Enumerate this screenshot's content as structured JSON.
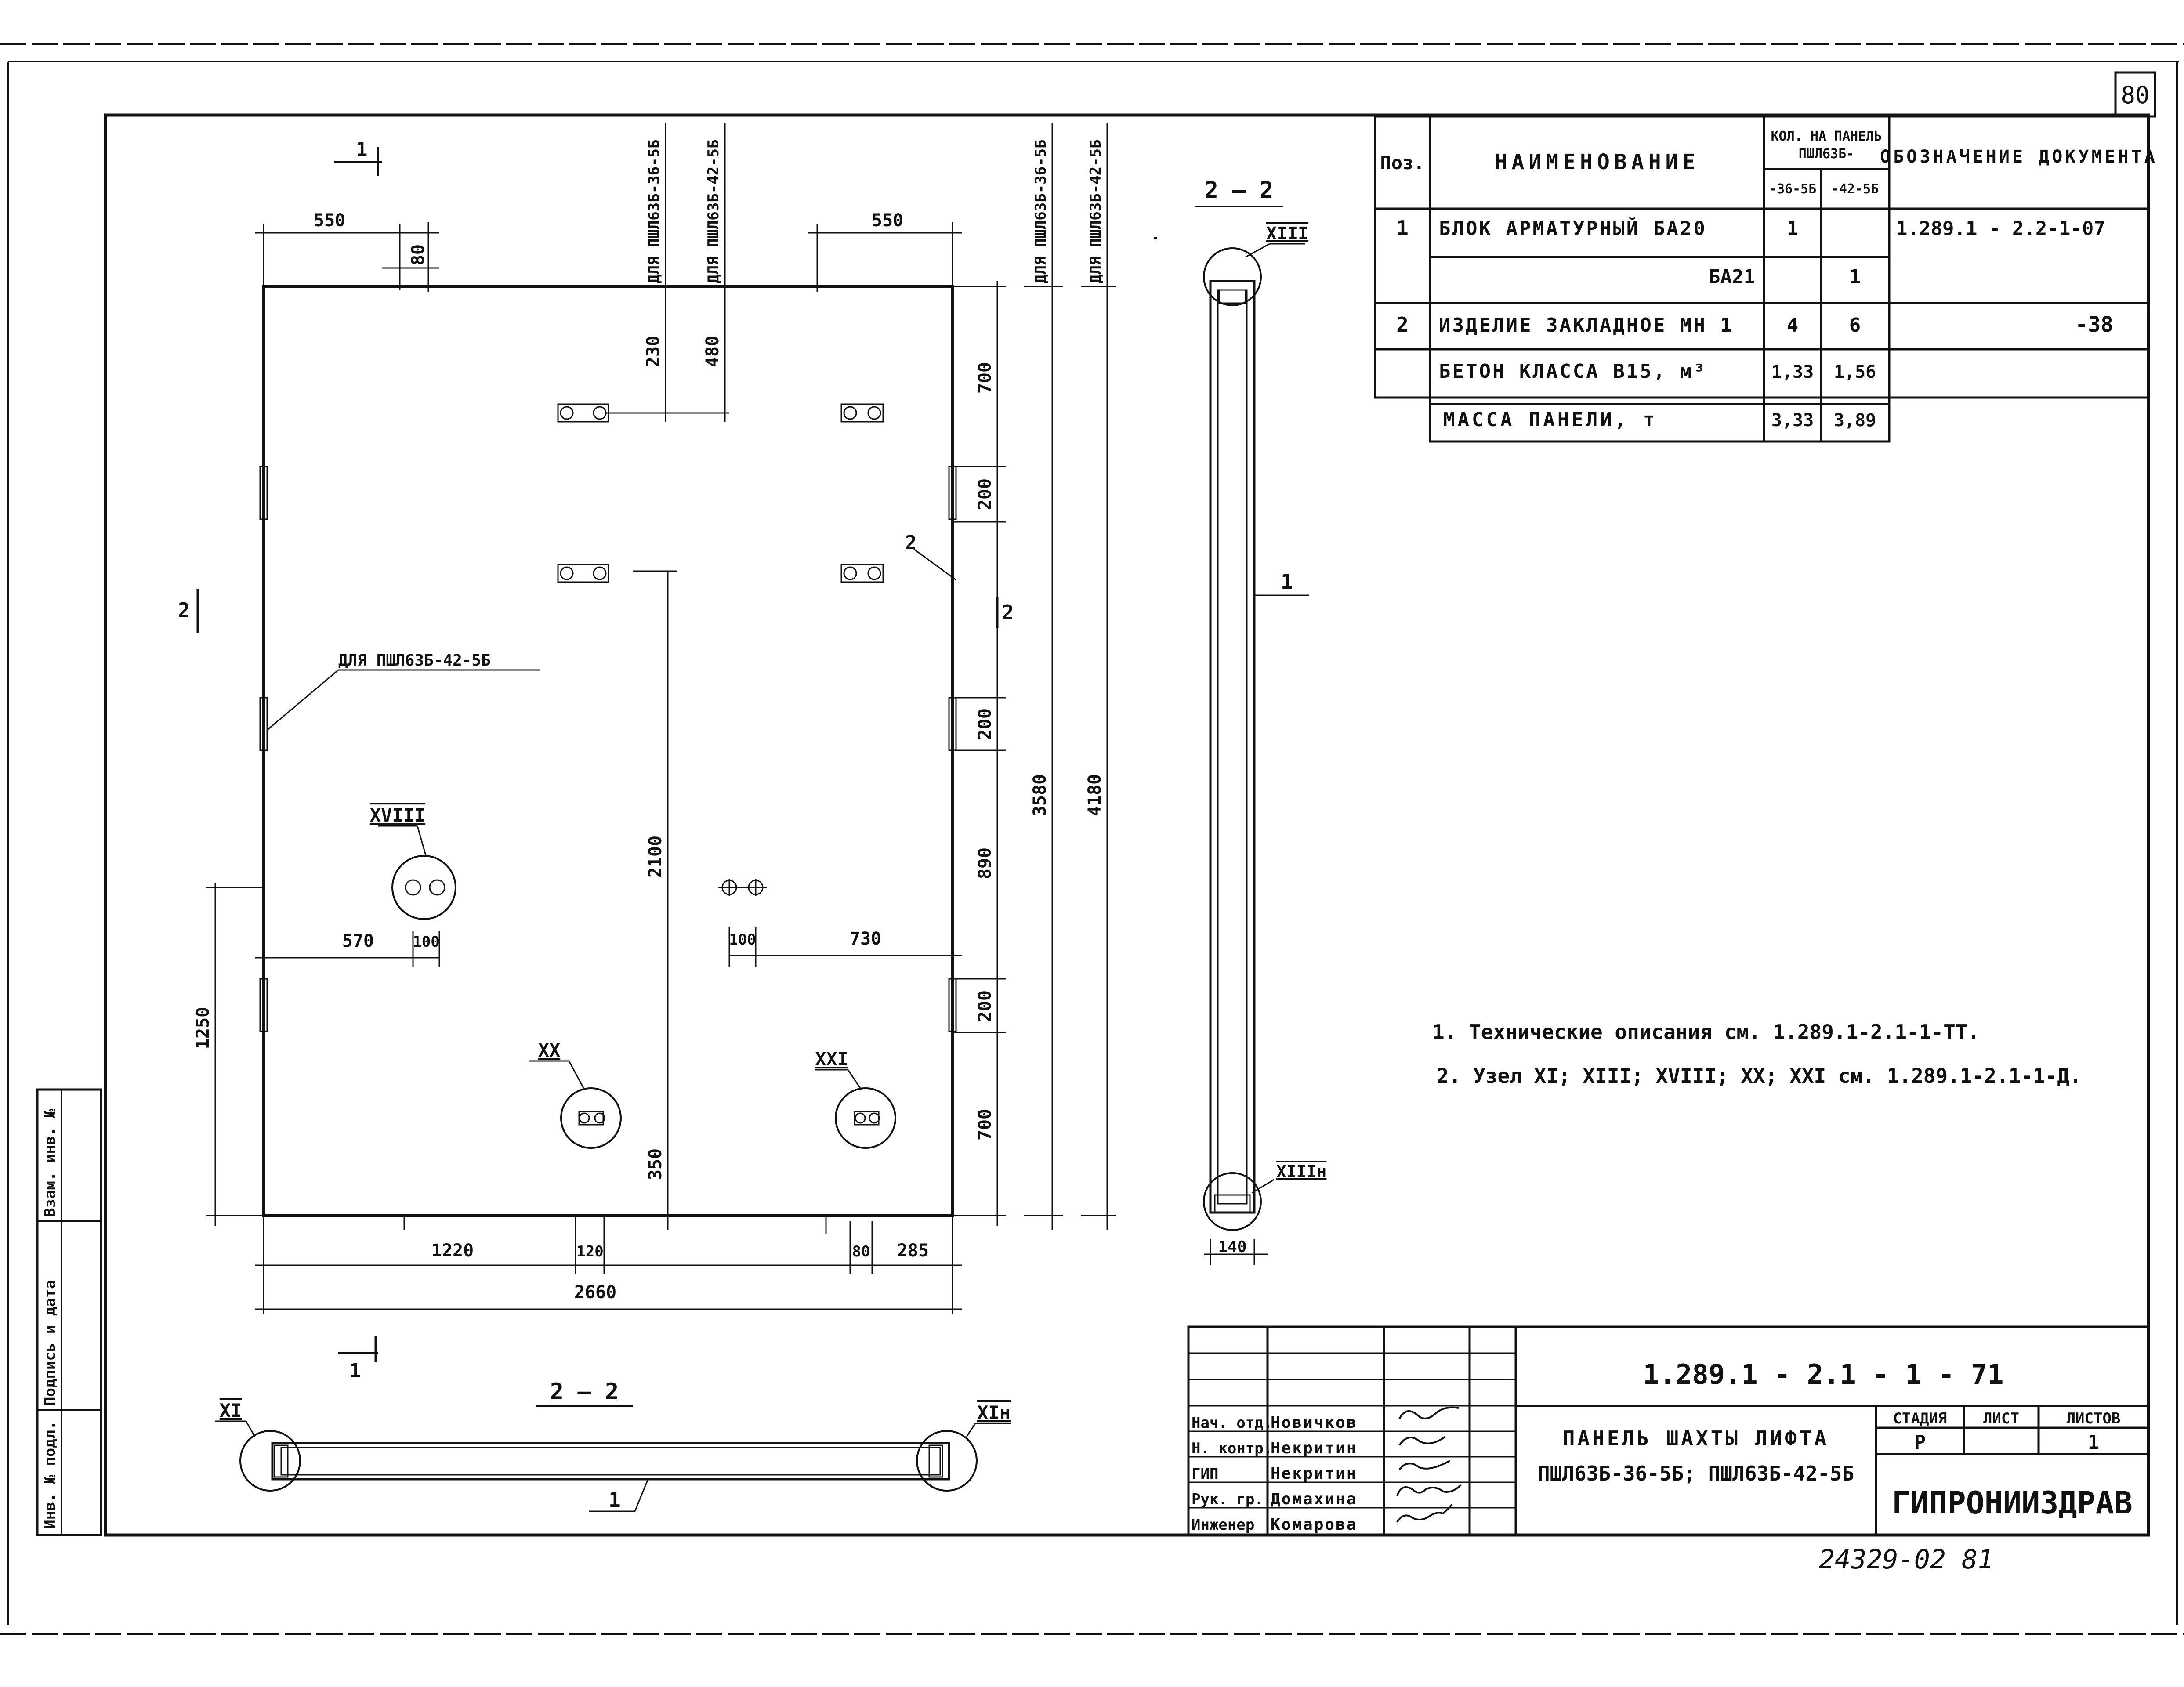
{
  "sheet": {
    "number": "80",
    "footer_number": "24329-02  81"
  },
  "section_marks": {
    "one": "1",
    "two": "2",
    "section_2_2": "2 – 2"
  },
  "callouts": {
    "XVIII": "XVIII",
    "XX": "XX",
    "XXI": "XXI",
    "XI": "XI",
    "XIn": "XIн",
    "XIII": "XIII",
    "XIIIn": "XIIIн",
    "pos1": "1",
    "pos2": "2"
  },
  "vertical_labels": {
    "v1": "ДЛЯ ПШЛ63Б-36-5Б",
    "v2": "ДЛЯ ПШЛ63Б-42-5Б",
    "v3": "ДЛЯ ПШЛ63Б-36-5Б",
    "v4": "ДЛЯ ПШЛ63Б-42-5Б"
  },
  "leader_label": "ДЛЯ ПШЛ63Б-42-5Б",
  "dims": {
    "d550a": "550",
    "d80a": "80",
    "d550b": "550",
    "d230": "230",
    "d480": "480",
    "d700a": "700",
    "d200a": "200",
    "d200b": "200",
    "d890": "890",
    "d200c": "200",
    "d700b": "700",
    "d3580": "3580",
    "d4180": "4180",
    "d2100": "2100",
    "d1250": "1250",
    "d570": "570",
    "d100a": "100",
    "d100b": "100",
    "d730": "730",
    "d350": "350",
    "d1220": "1220",
    "d120": "120",
    "d80b": "80",
    "d285": "285",
    "d2660": "2660",
    "d140": "140"
  },
  "spec_table": {
    "head": {
      "pos": "Поз.",
      "name": "НАИМЕНОВАНИЕ",
      "qty_title_1": "КОЛ. НА ПАНЕЛЬ",
      "qty_title_2": "ПШЛ63Б-",
      "qty_a": "-36-5Б",
      "qty_b": "-42-5Б",
      "doc": "ОБОЗНАЧЕНИЕ ДОКУМЕНТА"
    },
    "rows": [
      {
        "pos": "1",
        "name": "БЛОК АРМАТУРНЫЙ   БА20",
        "a": "1",
        "b": "",
        "doc": "1.289.1 - 2.2-1-07"
      },
      {
        "pos": "",
        "name": "БА21",
        "a": "",
        "b": "1",
        "doc": ""
      },
      {
        "pos": "2",
        "name": "ИЗДЕЛИЕ ЗАКЛАДНОЕ МН 1",
        "a": "4",
        "b": "6",
        "doc": "-38"
      },
      {
        "pos": "",
        "name": "БЕТОН КЛАССА В15, м³",
        "a": "1,33",
        "b": "1,56",
        "doc": ""
      },
      {
        "pos": "",
        "name": "МАССА ПАНЕЛИ, т",
        "a": "3,33",
        "b": "3,89",
        "doc": ""
      }
    ]
  },
  "notes": [
    "1. Технические описания см. 1.289.1-2.1-1-ТТ.",
    "2. Узел XI; XIII; XVIII; XX; XXI  см. 1.289.1-2.1-1-Д."
  ],
  "side_stamp": {
    "inv": "Инв. № подл.",
    "sign": "Подпись и дата",
    "vzam": "Взам. инв. №"
  },
  "title_block": {
    "code": "1.289.1 - 2.1 - 1 - 71",
    "title_1": "ПАНЕЛЬ ШАХТЫ ЛИФТА",
    "title_2": "ПШЛ63Б-36-5Б; ПШЛ63Б-42-5Б",
    "stage_h": "СТАДИЯ",
    "sheet_h": "ЛИСТ",
    "sheets_h": "ЛИСТОВ",
    "stage": "Р",
    "sheet": "",
    "sheets": "1",
    "org": "ГИПРОНИИЗДРАВ",
    "people": [
      {
        "role": "Нач. отд.",
        "name": "Новичков"
      },
      {
        "role": "Н. контр.",
        "name": "Некритин"
      },
      {
        "role": "ГИП",
        "name": "Некритин"
      },
      {
        "role": "Рук. гр.",
        "name": "Домахина"
      },
      {
        "role": "Инженер",
        "name": "Комарова"
      }
    ]
  }
}
